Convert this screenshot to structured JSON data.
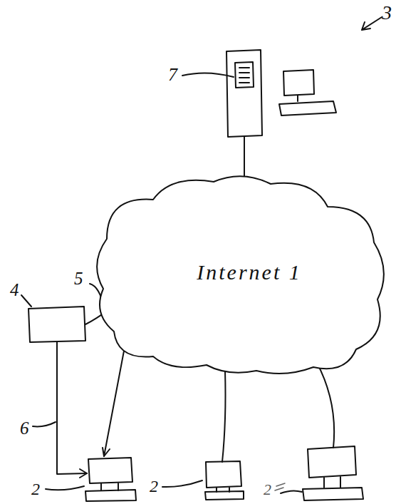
{
  "diagram": {
    "nodes": [
      {
        "text": [
          "Internet 1"
        ]
      }
    ],
    "labels": [
      "3",
      "7",
      "4",
      "5",
      "6",
      "2",
      "2",
      "2"
    ]
  }
}
